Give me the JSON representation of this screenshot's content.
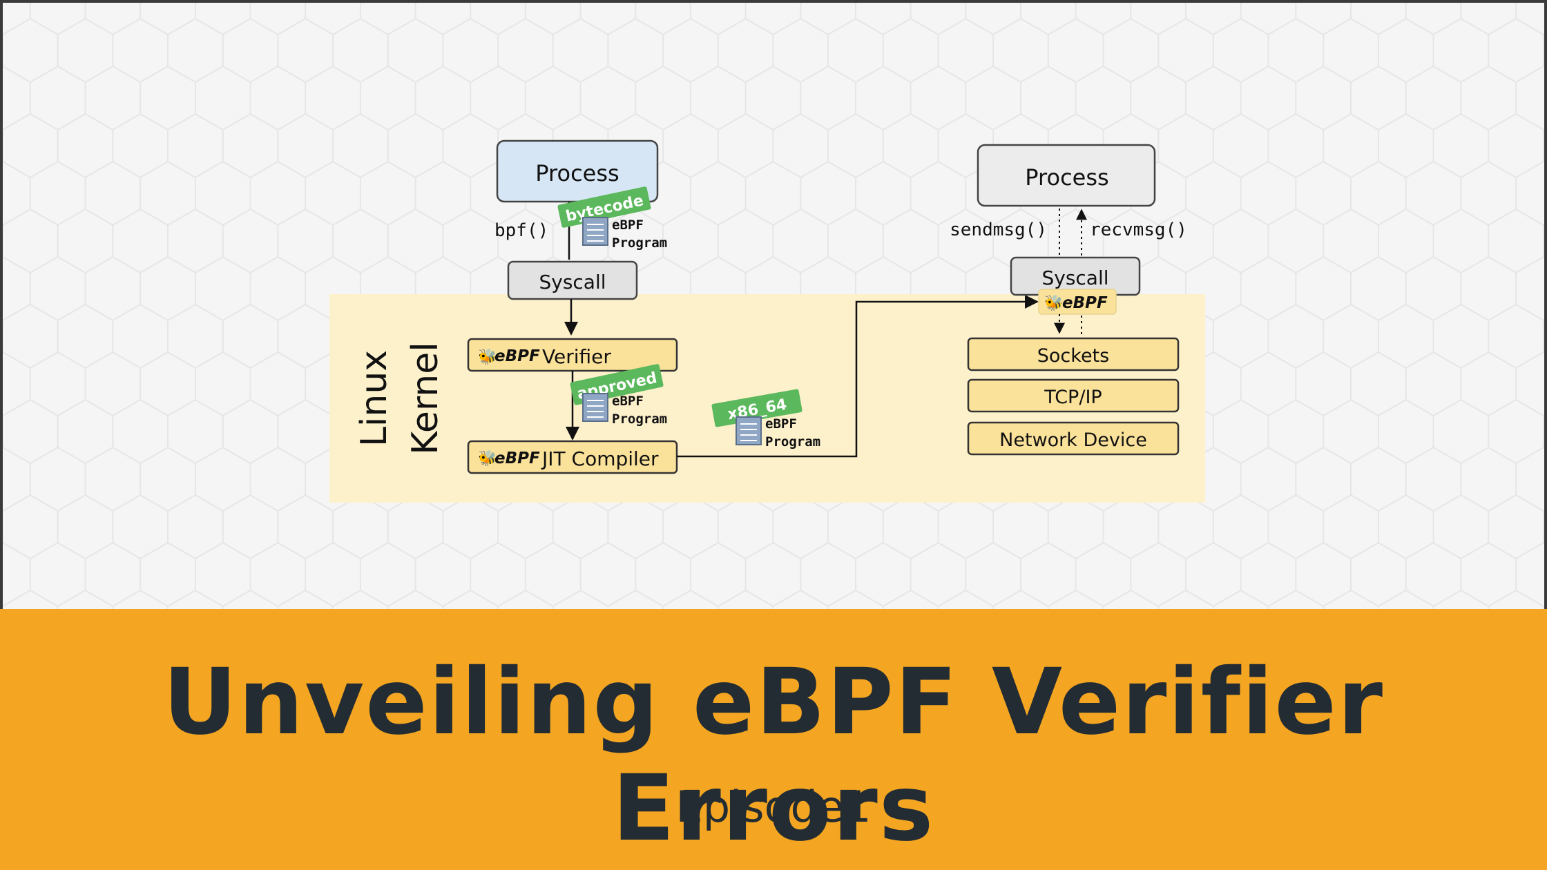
{
  "diagram": {
    "left_process": "Process",
    "left_syscall_fn": "bpf()",
    "left_tag": "bytecode",
    "program_label_line1": "eBPF",
    "program_label_line2": "Program",
    "left_syscall": "Syscall",
    "kernel_label_line1": "Linux",
    "kernel_label_line2": "Kernel",
    "ebpf_badge": "eBPF",
    "verifier": "Verifier",
    "approved_tag": "approved",
    "jit": "JIT Compiler",
    "arch_tag": "x86_64",
    "right_process": "Process",
    "sendmsg": "sendmsg()",
    "recvmsg": "recvmsg()",
    "right_syscall": "Syscall",
    "sockets": "Sockets",
    "tcpip": "TCP/IP",
    "network_device": "Network Device"
  },
  "banner": {
    "title": "Unveiling eBPF Verifier Errors",
    "subtitle": "Episode1"
  },
  "colors": {
    "banner": "#f4a622",
    "kernel_region": "#fdf1cc",
    "tag_green": "#5cb85c",
    "process_blue": "#d6e6f5",
    "syscall_gray": "#e2e2e2",
    "box_yellow": "#fbe29a"
  }
}
